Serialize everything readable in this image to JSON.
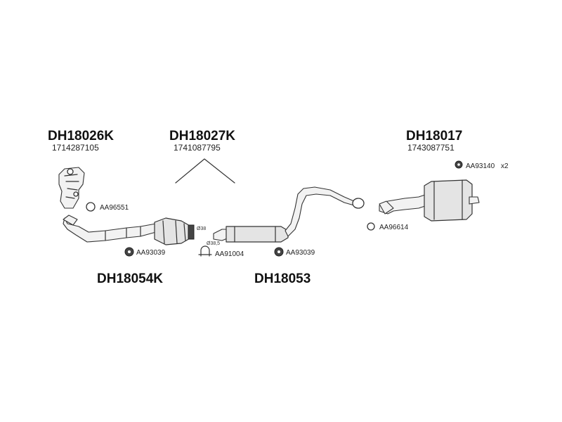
{
  "parts": {
    "front_pipe": {
      "code": "DH18026K",
      "oem": "1714287105"
    },
    "catalyst": {
      "code": "DH18027K",
      "oem": "1741087795"
    },
    "rear_silencer": {
      "code": "DH18017",
      "oem": "1743087751"
    },
    "front_section": {
      "code": "DH18054K"
    },
    "middle_section": {
      "code": "DH18053"
    }
  },
  "accessories": {
    "gasket_front": "AA96551",
    "clamp_front": "AA93039",
    "clamp_joint": "AA91004",
    "clamp_middle": "AA93039",
    "gasket_rear": "AA96614",
    "hanger_rear": "AA93140",
    "hanger_rear_qty": "x2"
  },
  "dimensions": {
    "diameter_a": "Ø38",
    "diameter_b": "Ø38,5"
  },
  "colors": {
    "line": "#333333",
    "text": "#111111",
    "background": "#ffffff"
  }
}
